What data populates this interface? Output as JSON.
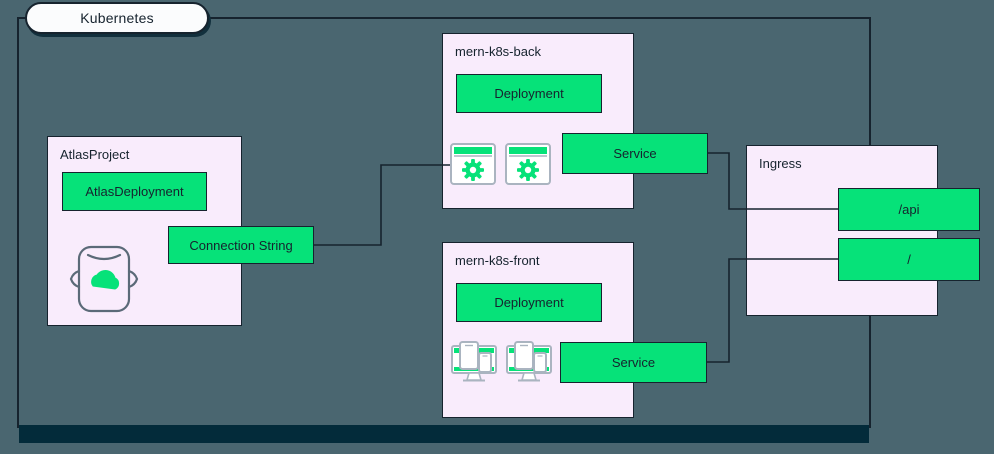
{
  "diagram": {
    "title": "Kubernetes",
    "cluster_label": "Kubernetes",
    "colors": {
      "background": "#4a6670",
      "stroke": "#16232e",
      "group_fill": "#f9ecfc",
      "resource_green": "#06e279",
      "pill_fill": "#fbfcfd",
      "bottom_bar": "#032b3a"
    }
  },
  "atlas": {
    "title": "AtlasProject",
    "deployment_label": "AtlasDeployment",
    "icon": "cloud-database-icon",
    "connection_string_label": "Connection String"
  },
  "backend": {
    "title": "mern-k8s-back",
    "deployment_label": "Deployment",
    "service_label": "Service",
    "pod_icons": [
      "gear-window-icon",
      "gear-window-icon"
    ],
    "pod_count": 2
  },
  "frontend": {
    "title": "mern-k8s-front",
    "deployment_label": "Deployment",
    "service_label": "Service",
    "pod_icons": [
      "responsive-devices-icon",
      "responsive-devices-icon"
    ],
    "pod_count": 2
  },
  "ingress": {
    "title": "Ingress",
    "routes": [
      {
        "path_label": "/api"
      },
      {
        "path_label": "/"
      }
    ]
  }
}
